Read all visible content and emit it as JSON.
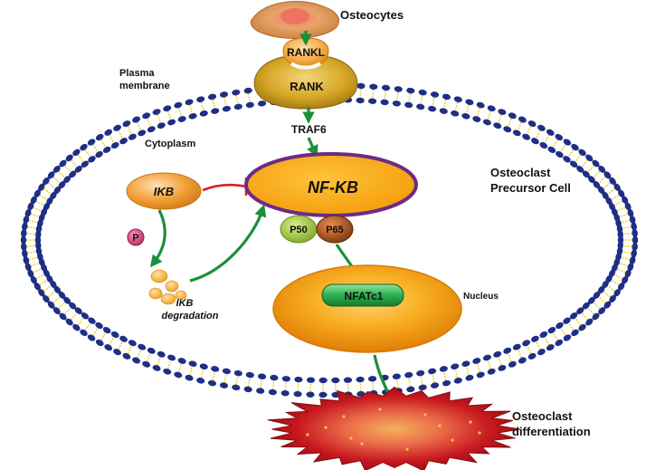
{
  "labels": {
    "osteocytes": "Osteocytes",
    "rankl": "RANKL",
    "rank": "RANK",
    "plasma_membrane_line1": "Plasma",
    "plasma_membrane_line2": "membrane",
    "traf6": "TRAF6",
    "cytoplasm": "Cytoplasm",
    "ikb": "IKB",
    "nfkb": "NF-KB",
    "osteoclast_precursor_line1": "Osteoclast",
    "osteoclast_precursor_line2": "Precursor Cell",
    "phosphate": "P",
    "p50": "P50",
    "p65": "P65",
    "ikb_degradation_line1": "IKB",
    "ikb_degradation_line2": "degradation",
    "nfatc1": "NFATc1",
    "nucleus": "Nucleus",
    "differentiation_line1": "Osteoclast",
    "differentiation_line2": "differentiation"
  },
  "colors": {
    "membrane_head": "#1f2f86",
    "membrane_tail": "#e8d21a",
    "activation_arrow": "#1a8f3a",
    "inhibition": "#d8202a",
    "nfkb_border": "#6a2c84",
    "nfkb_fill": "#f5a10a",
    "rank_fill": "#c99a16",
    "rankl_fill": "#f6b04a",
    "ikb_fill": "#f19a2a",
    "phosphate_fill": "#d0457a",
    "p50_fill": "#9cc23a",
    "p65_fill": "#c8501a",
    "nucleus_fill": "#f6a612",
    "nfatc1_fill": "#22a54a",
    "osteoclast_fill": "#c0151c"
  }
}
